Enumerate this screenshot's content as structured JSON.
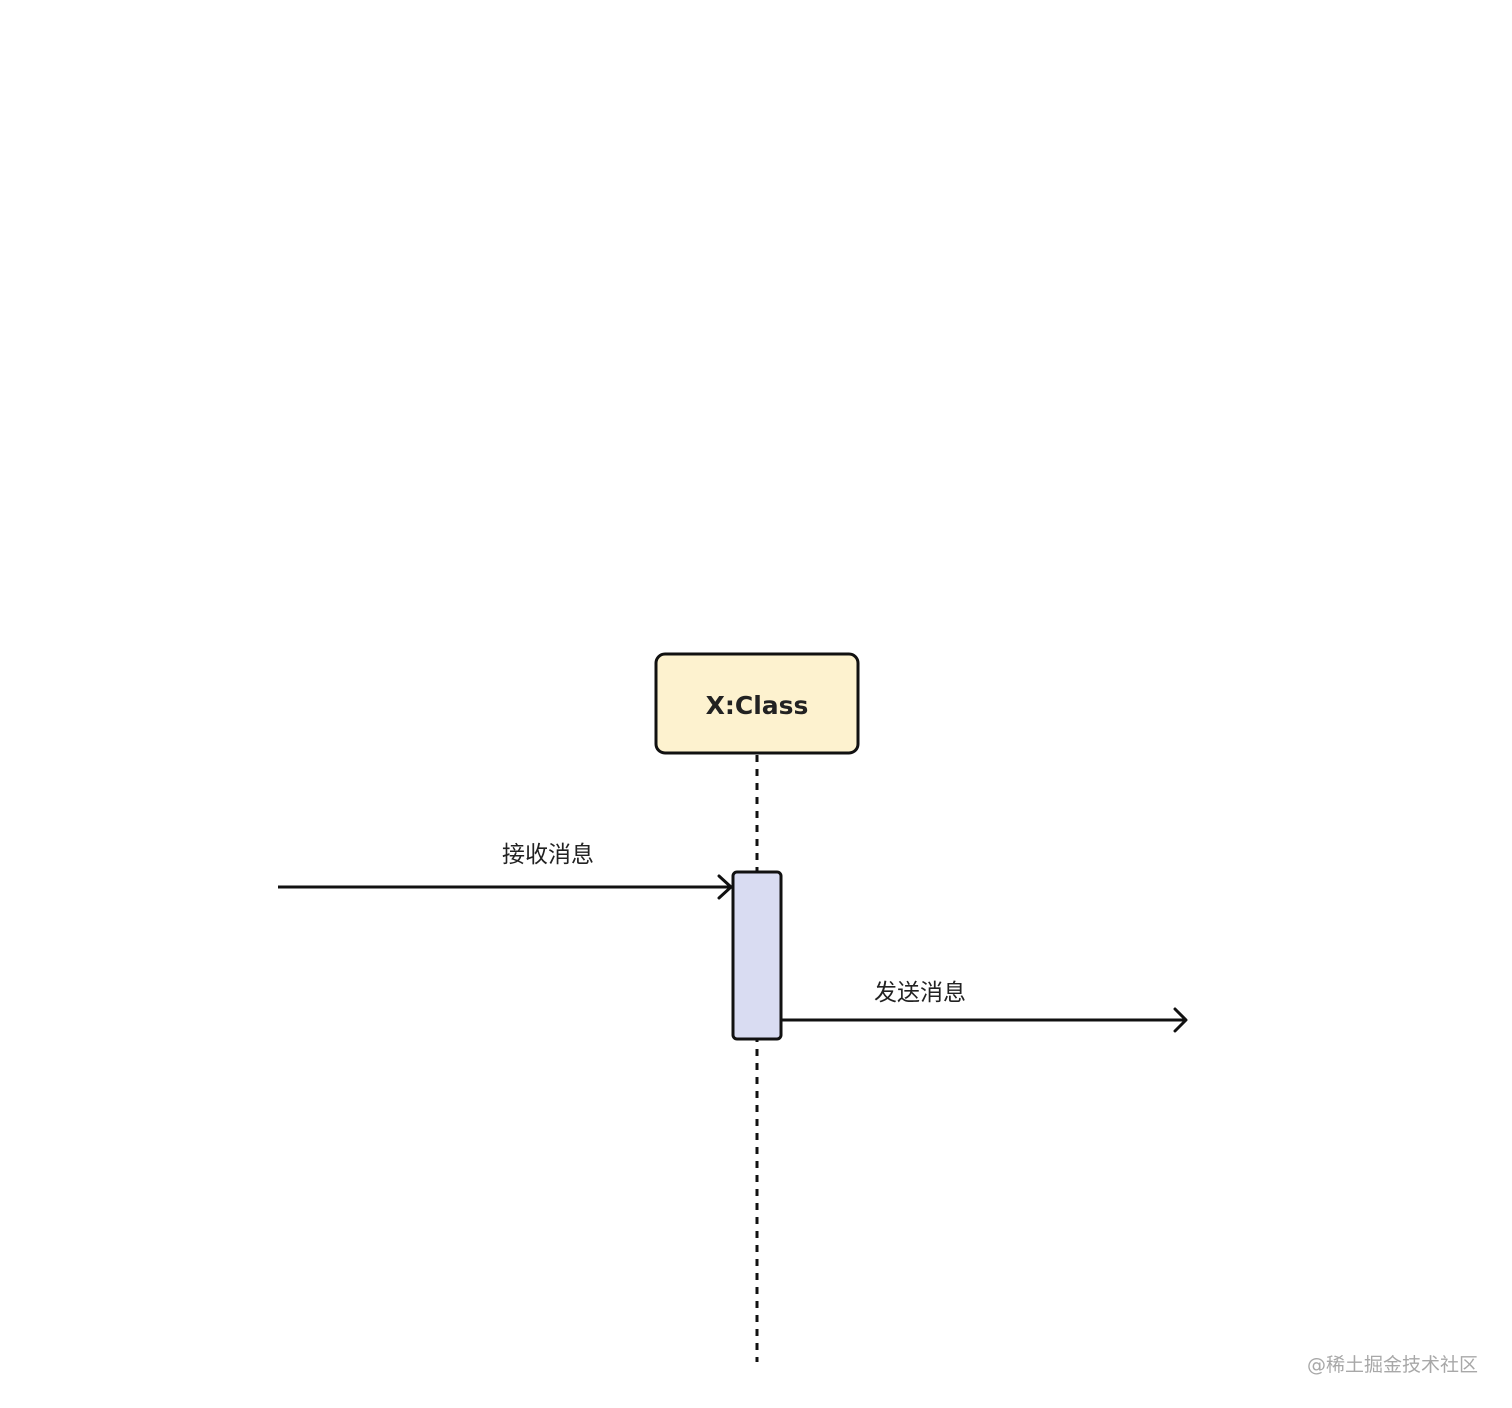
{
  "diagram": {
    "type": "sequence",
    "lifeline": {
      "title": "X:Class",
      "header_fill": "#fdf2cf",
      "activation_fill": "#d9dcf2",
      "stroke": "#111111"
    },
    "messages": [
      {
        "label": "接收消息",
        "direction": "incoming"
      },
      {
        "label": "发送消息",
        "direction": "outgoing"
      }
    ]
  },
  "watermark": "@稀土掘金技术社区"
}
